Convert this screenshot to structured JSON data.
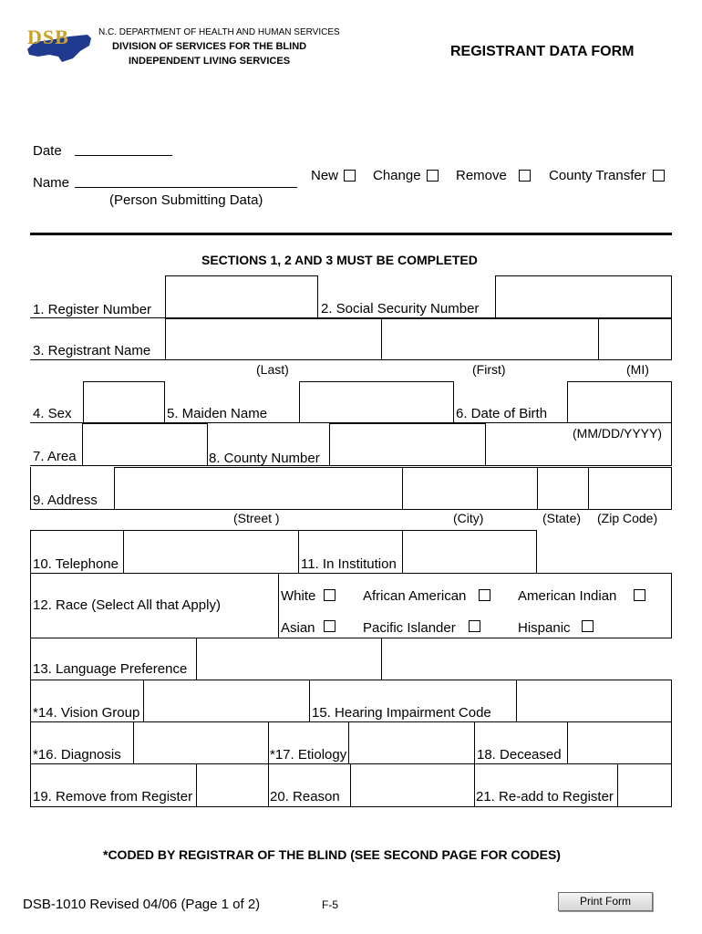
{
  "header": {
    "logo_text": "DSB",
    "dept": "N.C. DEPARTMENT OF HEALTH AND HUMAN SERVICES",
    "division": "DIVISION OF SERVICES FOR THE BLIND",
    "program": "INDEPENDENT LIVING SERVICES",
    "form_title": "REGISTRANT DATA FORM",
    "brand_colors": {
      "logo_gold": "#c9a227",
      "logo_blue": "#1f3a8f"
    }
  },
  "top": {
    "date_label": "Date",
    "name_label": "Name",
    "name_caption": "(Person Submitting Data)",
    "action_new": "New",
    "action_change": "Change",
    "action_remove": "Remove",
    "action_county_transfer": "County Transfer"
  },
  "sections_notice": "SECTIONS 1, 2 AND 3 MUST BE COMPLETED",
  "fields": {
    "register_number": "1.  Register Number",
    "ssn": "2.  Social Security Number",
    "registrant_name": "3.  Registrant Name",
    "last": "(Last)",
    "first": "(First)",
    "mi": "(MI)",
    "sex": "4.  Sex",
    "maiden_name": "5. Maiden Name",
    "dob": "6.  Date of Birth",
    "dob_format": "(MM/DD/YYYY)",
    "area": "7.  Area",
    "county_number": "8. County Number",
    "address": "9. Address",
    "street": "(Street )",
    "city": "(City)",
    "state": "(State)",
    "zip": "(Zip Code)",
    "telephone": "10. Telephone",
    "in_institution": "11. In Institution",
    "race": "12. Race  (Select All that Apply)",
    "race_white": "White",
    "race_african_american": "African American",
    "race_american_indian": "American Indian",
    "race_asian": "Asian",
    "race_pacific_islander": "Pacific Islander",
    "race_hispanic": "Hispanic",
    "language": "13. Language Preference",
    "vision_group": "*14. Vision Group",
    "hearing_code": "15. Hearing Impairment Code",
    "diagnosis": "*16. Diagnosis",
    "etiology": "*17. Etiology",
    "deceased": "18. Deceased",
    "remove_register": "19. Remove from Register",
    "reason": "20. Reason",
    "readd_register": "21. Re-add to Register"
  },
  "coded_note": "*CODED BY REGISTRAR OF THE BLIND (SEE SECOND PAGE FOR CODES)",
  "footer": {
    "form_id": "DSB-1010 Revised 04/06 (Page 1 of 2)",
    "page_code": "F-5",
    "print_button": "Print Form"
  }
}
